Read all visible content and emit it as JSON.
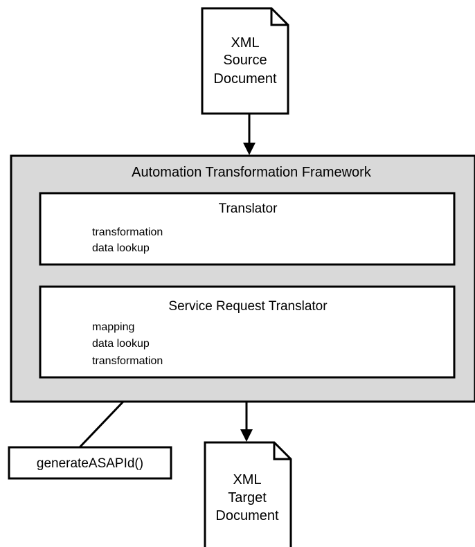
{
  "source_doc": {
    "lines": [
      "XML",
      "Source",
      "Document"
    ]
  },
  "framework": {
    "title": "Automation Transformation Framework",
    "translator": {
      "title": "Translator",
      "items": [
        "transformation",
        "data lookup"
      ]
    },
    "service_translator": {
      "title": "Service Request Translator",
      "items": [
        "mapping",
        "data lookup",
        "transformation"
      ]
    }
  },
  "function_box": {
    "label": "generateASAPId()"
  },
  "target_doc": {
    "lines": [
      "XML",
      "Target",
      "Document"
    ]
  },
  "colors": {
    "framework_fill": "#d9d9d9",
    "stroke": "#000000",
    "box_fill": "#ffffff"
  }
}
